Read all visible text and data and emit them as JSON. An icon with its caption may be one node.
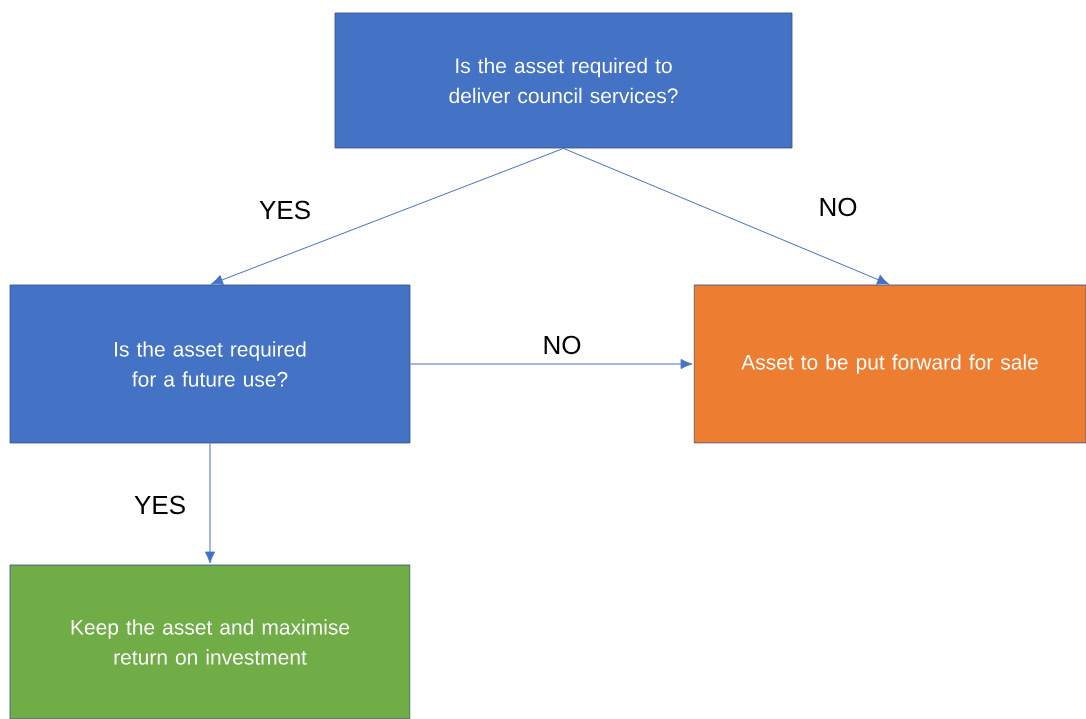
{
  "diagram": {
    "nodes": [
      {
        "text": [
          "Is the asset required to deliver council services?"
        ]
      },
      {
        "text": [
          "Is the asset required for a future use?"
        ]
      },
      {
        "text": [
          "Asset to be put forward for sale"
        ]
      },
      {
        "text": [
          "Keep the asset and maximise return on investment"
        ]
      }
    ],
    "edges": [
      {
        "from": 0,
        "to": 1,
        "arrow": "to",
        "label": "YES"
      },
      {
        "from": 0,
        "to": 2,
        "arrow": "to",
        "label": "NO"
      },
      {
        "from": 1,
        "to": 2,
        "arrow": "to",
        "label": "NO"
      },
      {
        "from": 1,
        "to": 3,
        "arrow": "to",
        "label": "YES"
      }
    ]
  }
}
